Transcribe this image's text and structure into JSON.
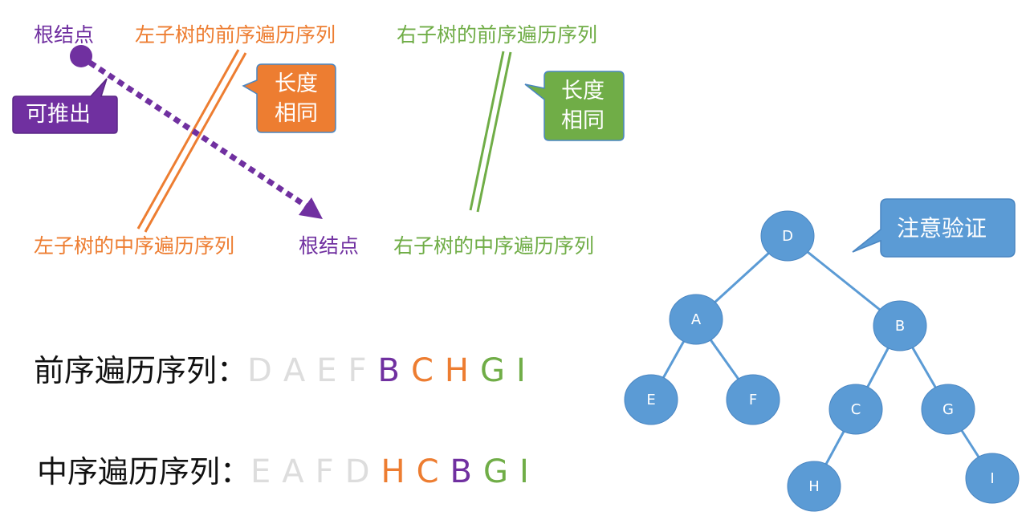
{
  "top_labels": {
    "pre_root": "根结点",
    "pre_left": "左子树的前序遍历序列",
    "pre_right": "右子树的前序遍历序列",
    "in_left": "左子树的中序遍历序列",
    "in_root": "根结点",
    "in_right": "右子树的中序遍历序列"
  },
  "callouts": {
    "derive": "可推出",
    "left_same_line1": "长度",
    "left_same_line2": "相同",
    "right_same_line1": "长度",
    "right_same_line2": "相同",
    "verify": "注意验证"
  },
  "sequences": {
    "preorder": {
      "label": "前序遍历序列：",
      "letters": [
        {
          "ch": "D",
          "color": "gray"
        },
        {
          "ch": "A",
          "color": "gray"
        },
        {
          "ch": "E",
          "color": "gray"
        },
        {
          "ch": "F",
          "color": "gray"
        },
        {
          "ch": "B",
          "color": "purple"
        },
        {
          "ch": "C",
          "color": "orange"
        },
        {
          "ch": "H",
          "color": "orange"
        },
        {
          "ch": "G",
          "color": "green"
        },
        {
          "ch": "I",
          "color": "green"
        }
      ]
    },
    "inorder": {
      "label": "中序遍历序列：",
      "letters": [
        {
          "ch": "E",
          "color": "gray"
        },
        {
          "ch": "A",
          "color": "gray"
        },
        {
          "ch": "F",
          "color": "gray"
        },
        {
          "ch": "D",
          "color": "gray"
        },
        {
          "ch": "H",
          "color": "orange"
        },
        {
          "ch": "C",
          "color": "orange"
        },
        {
          "ch": "B",
          "color": "purple"
        },
        {
          "ch": "G",
          "color": "green"
        },
        {
          "ch": "I",
          "color": "green"
        }
      ]
    }
  },
  "tree": {
    "nodes": [
      {
        "id": "D",
        "label": "D"
      },
      {
        "id": "A",
        "label": "A"
      },
      {
        "id": "B",
        "label": "B"
      },
      {
        "id": "E",
        "label": "E"
      },
      {
        "id": "F",
        "label": "F"
      },
      {
        "id": "C",
        "label": "C"
      },
      {
        "id": "G",
        "label": "G"
      },
      {
        "id": "H",
        "label": "H"
      },
      {
        "id": "I",
        "label": "I"
      }
    ],
    "edges": [
      [
        "D",
        "A"
      ],
      [
        "D",
        "B"
      ],
      [
        "A",
        "E"
      ],
      [
        "A",
        "F"
      ],
      [
        "B",
        "C"
      ],
      [
        "B",
        "G"
      ],
      [
        "C",
        "H"
      ],
      [
        "G",
        "I"
      ]
    ]
  },
  "colors": {
    "purple": "#7030A0",
    "orange": "#ED7D31",
    "green": "#70AD47",
    "gray": "#DDDDDD",
    "node_blue": "#5B9BD5",
    "node_stroke": "#4A86C2"
  }
}
